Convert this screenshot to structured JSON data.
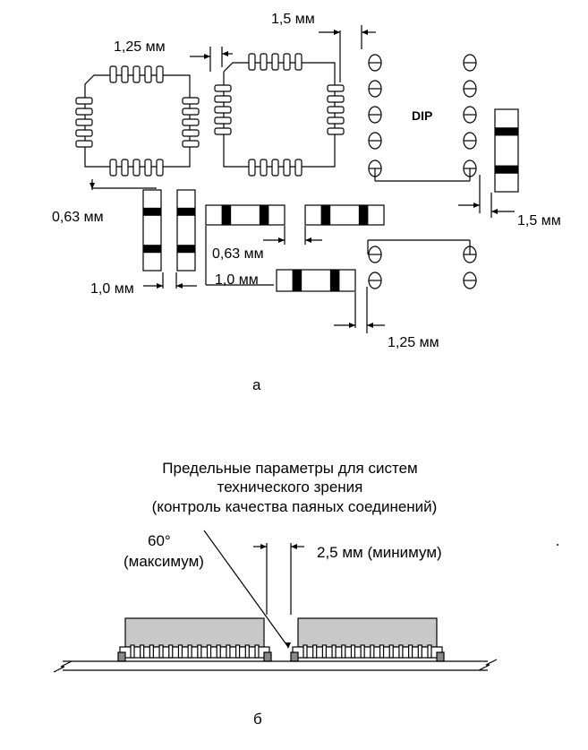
{
  "figure_a": {
    "panel_label": "а",
    "chip_type": "DIP",
    "dimensions": {
      "plcc_spacing": "1,25 мм",
      "plcc_to_dip": "1,5 мм",
      "dip_to_resistor": "1,5 мм",
      "vertical_resistor_top": "0,63 мм",
      "vertical_resistor_gap": "1,0 мм",
      "horizontal_resistor_gap": "0,63 мм",
      "horizontal_resistor_offset": "1,0 мм",
      "dip_to_horizontal_resistor": "1,25 мм"
    }
  },
  "figure_b": {
    "panel_label": "б",
    "caption_lines": [
      "Предельные параметры для систем",
      "технического зрения",
      "(контроль качества паяных соединений)"
    ],
    "angle_label": "60°",
    "angle_note": "(максимум)",
    "gap_label": "2,5 мм (минимум)"
  }
}
